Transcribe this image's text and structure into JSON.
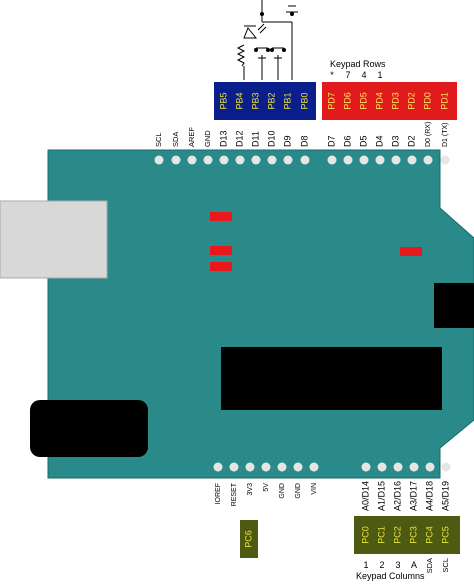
{
  "colors": {
    "board": "#2a8a8a",
    "board_stroke": "#176a6a",
    "port_b_block": "#0b1f8c",
    "port_d_block": "#e11b1b",
    "port_c_block": "#4d5a12",
    "port_label_yellow": "#e8e23c",
    "port_label_red": "#ffe05a",
    "led_red": "#e8191c",
    "chip": "#000000",
    "usb": "#d8d8d8",
    "header_pad": "#e6e6e6"
  },
  "top_header": {
    "port_b_pins": [
      "PB5",
      "PB4",
      "PB3",
      "PB2",
      "PB1",
      "PB0"
    ],
    "port_b_arduino": [
      "D13",
      "D12",
      "D11",
      "D10",
      "D9",
      "D8"
    ],
    "port_d_pins": [
      "PD7",
      "PD6",
      "PD5",
      "PD4",
      "PD3",
      "PD2",
      "PD0",
      "PD1"
    ],
    "port_d_arduino": [
      "D7",
      "D6",
      "D5",
      "D4",
      "D3",
      "D2",
      "D0 (RX)",
      "D1 (TX)"
    ],
    "left_labels": [
      "SCL",
      "SDA",
      "AREF",
      "GND"
    ],
    "keypad_rows_title": "Keypad Rows",
    "keypad_rows_marks": [
      "*",
      "7",
      "4",
      "1"
    ]
  },
  "bottom_header": {
    "power_labels": [
      "IOREF",
      "RESET",
      "3V3",
      "5V",
      "GND",
      "GND",
      "VIN"
    ],
    "reset_port": "PC6",
    "analog_labels": [
      "A0/D14",
      "A1/D15",
      "A2/D16",
      "A3/D17",
      "A4/D18",
      "A5/D19"
    ],
    "port_c_pins": [
      "PC0",
      "PC1",
      "PC2",
      "PC3",
      "PC4",
      "PC5"
    ],
    "keypad_cols_marks": [
      "1",
      "2",
      "3",
      "A",
      "SDA",
      "SCL"
    ],
    "keypad_cols_title": "Keypad Columns"
  }
}
